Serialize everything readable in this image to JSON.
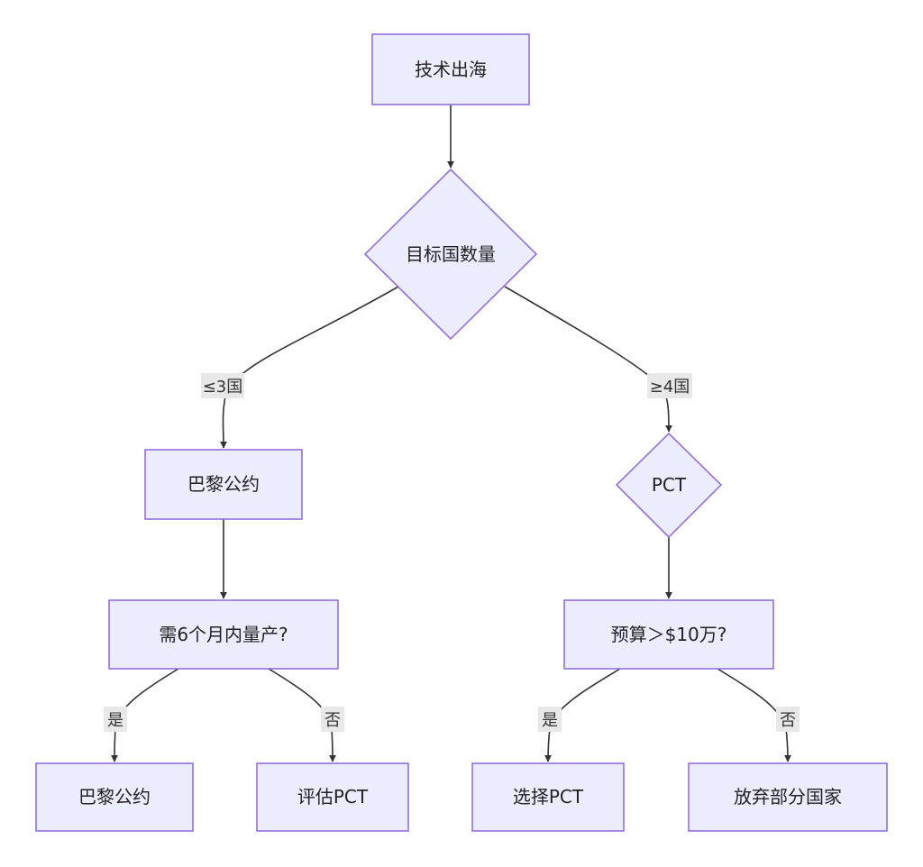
{
  "colors": {
    "node_fill": "#ECECFF",
    "node_stroke": "#9370DB",
    "edge": "#333333",
    "label_bg": "#E8E8E8"
  },
  "nodes": {
    "start": "技术出海",
    "count_decision": "目标国数量",
    "paris_a": "巴黎公约",
    "pct_decision": "PCT",
    "production_q": "需6个月内量产?",
    "budget_q": "预算＞$10万?",
    "paris_b": "巴黎公约",
    "evaluate_pct": "评估PCT",
    "choose_pct": "选择PCT",
    "drop_countries": "放弃部分国家"
  },
  "edge_labels": {
    "le3": "≤3国",
    "ge4": "≥4国",
    "yes_left": "是",
    "no_left": "否",
    "yes_right": "是",
    "no_right": "否"
  }
}
